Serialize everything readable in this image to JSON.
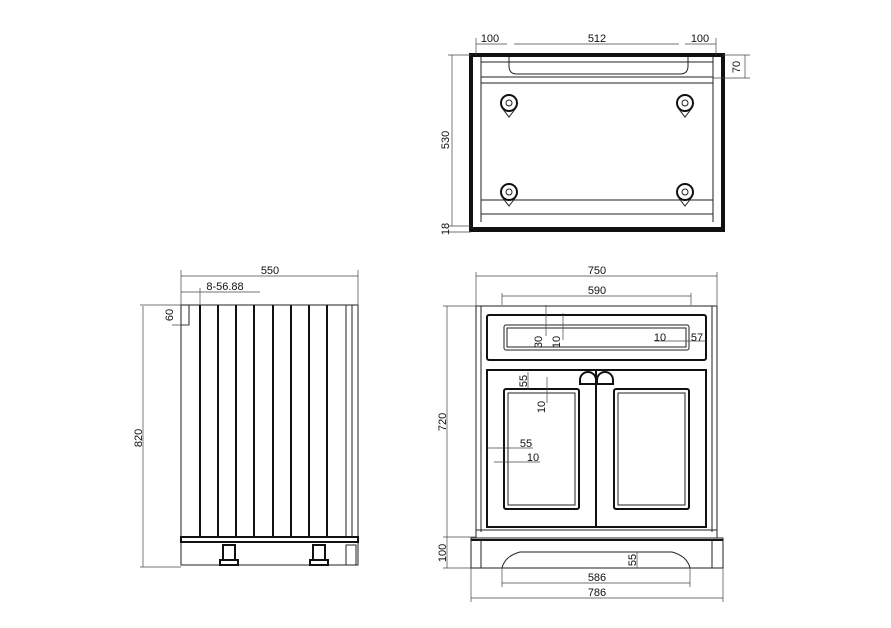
{
  "top_view": {
    "dims": {
      "left_offset": "100",
      "handle_span": "512",
      "right_offset": "100",
      "rail": "70",
      "depth": "530",
      "thickness": "18"
    }
  },
  "side_view": {
    "dims": {
      "depth": "550",
      "grooves": "8-56.88",
      "top_rail": "60",
      "height": "820"
    }
  },
  "front_view": {
    "dims": {
      "width_body": "750",
      "top_span": "590",
      "drawer_top": "30",
      "drawer_inset": "10",
      "drawer_side": "10",
      "drawer_height": "57",
      "door_top": "55",
      "door_inset": "10",
      "door_side": "55",
      "door_side_inset": "10",
      "body_height": "720",
      "plinth_height": "100",
      "arch_height": "55",
      "arch_width": "586",
      "overall_width": "786"
    }
  }
}
